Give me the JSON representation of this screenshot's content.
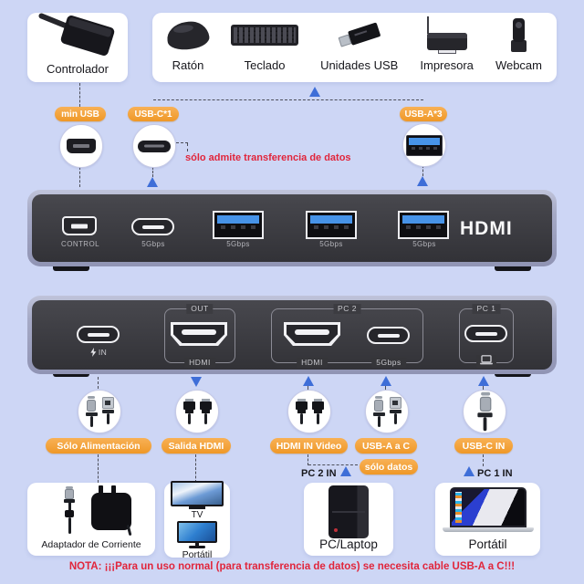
{
  "peripherals": {
    "controller": {
      "label": "Controlador"
    },
    "devices": [
      {
        "icon": "mouse-icon",
        "label": "Ratón"
      },
      {
        "icon": "keyboard-icon",
        "label": "Teclado"
      },
      {
        "icon": "usb-drive-icon",
        "label": "Unidades USB"
      },
      {
        "icon": "printer-icon",
        "label": "Impresora"
      },
      {
        "icon": "webcam-icon",
        "label": "Webcam"
      }
    ]
  },
  "top_connectors": {
    "min_usb": {
      "label": "min USB"
    },
    "usb_c": {
      "label": "USB-C*1",
      "note": "sólo admite transferencia de datos"
    },
    "usb_a": {
      "label": "USB-A*3"
    }
  },
  "hub_device": {
    "ports": [
      {
        "type": "mini-usb",
        "label": "CONTROL"
      },
      {
        "type": "usb-c",
        "label": "5Gbps"
      },
      {
        "type": "usb-a",
        "label": "5Gbps"
      },
      {
        "type": "usb-a",
        "label": "5Gbps"
      },
      {
        "type": "usb-a",
        "label": "5Gbps"
      }
    ],
    "brand": "HDMI"
  },
  "kvm_device": {
    "power_port": {
      "label": "IN"
    },
    "out_group": {
      "title": "OUT",
      "port_label": "HDMI"
    },
    "pc2_group": {
      "title": "PC 2",
      "hdmi_label": "HDMI",
      "usbc_label": "5Gbps"
    },
    "pc1_group": {
      "title": "PC 1"
    }
  },
  "cables": {
    "power_only": {
      "label": "Sólo Alimentación"
    },
    "hdmi_out": {
      "label": "Salida HDMI"
    },
    "hdmi_in": {
      "label": "HDMI IN Video"
    },
    "usb_a_to_c": {
      "label": "USB-A a C",
      "note": "sólo datos"
    },
    "usb_c_in": {
      "label": "USB-C IN"
    }
  },
  "flow_labels": {
    "pc2_in": "PC 2 IN",
    "pc1_in": "PC 1 IN"
  },
  "endpoints": {
    "power_adapter": {
      "label": "Adaptador de Corriente"
    },
    "display": {
      "tv_label": "TV",
      "monitor_label": "Portátil"
    },
    "pc": {
      "label": "PC/Laptop"
    },
    "laptop": {
      "label": "Portátil"
    }
  },
  "footer": {
    "note": "NOTA: ¡¡¡Para un uso normal (para transferencia de datos) se necesita cable USB-A a C!!!"
  },
  "colors": {
    "background": "#cdd6f5",
    "pill_orange": "#f3a238",
    "note_red": "#e1253b",
    "arrow_blue": "#3e6ed8",
    "device_body": "#3a3a3f",
    "device_bezel": "#a6aac6",
    "usb_blue": "#4793e8"
  }
}
